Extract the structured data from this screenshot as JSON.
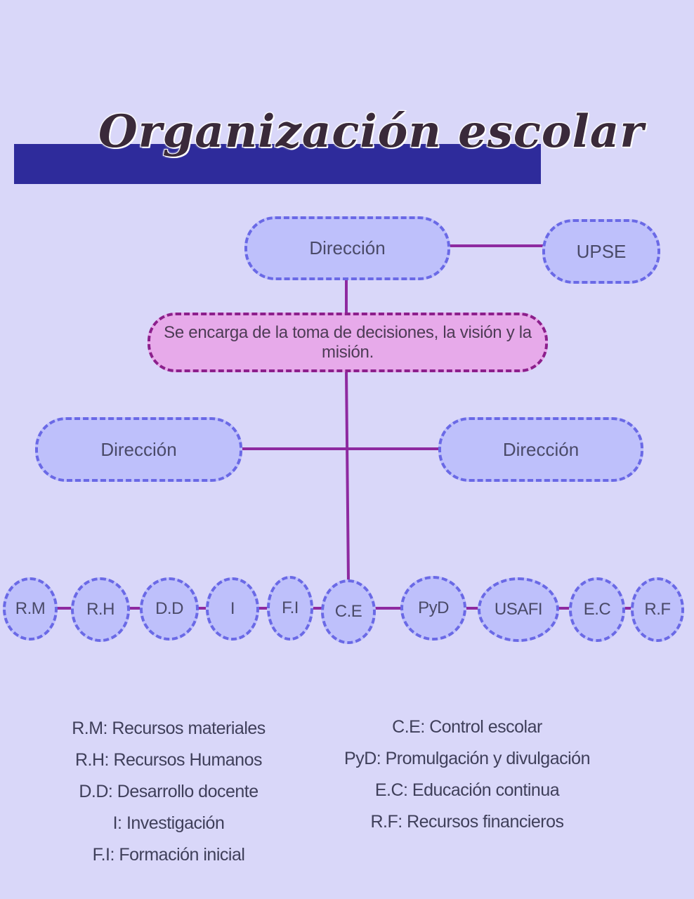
{
  "header": {
    "title": "Organización escolar"
  },
  "top": {
    "direccion": "Dirección",
    "upse": "UPSE"
  },
  "description": "Se encarga de la toma de decisiones, la visión y la misión.",
  "middle": {
    "left": "Dirección",
    "right": "Dirección"
  },
  "units": [
    "R.M",
    "R.H",
    "D.D",
    "I",
    "F.I",
    "C.E",
    "PyD",
    "USAFI",
    "E.C",
    "R.F"
  ],
  "legend_left": [
    "R.M: Recursos materiales",
    "R.H: Recursos Humanos",
    "D.D: Desarrollo docente",
    "I: Investigación",
    "F.I: Formación inicial"
  ],
  "legend_right": [
    "C.E: Control escolar",
    "PyD: Promulgación y divulgación",
    "E.C: Educación continua",
    "R.F: Recursos financieros"
  ],
  "colors": {
    "background": "#d9d7f9",
    "band": "#2e2b9b",
    "node_fill": "#bec0fb",
    "node_border": "#6a69e6",
    "highlight_fill": "#e7aaea",
    "highlight_border": "#8c1f8c",
    "connector": "#8e2aa0"
  }
}
